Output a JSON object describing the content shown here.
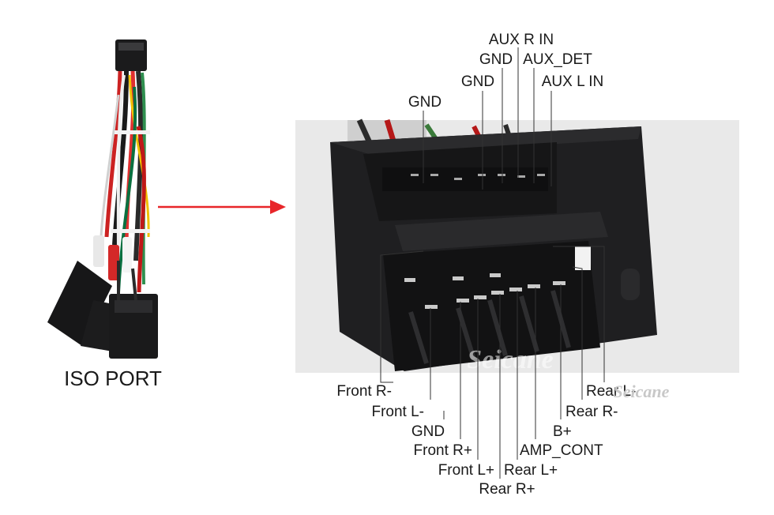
{
  "harness": {
    "caption": "ISO PORT"
  },
  "top_labels": {
    "aux_r_in": "AUX R IN",
    "gnd_3": "GND",
    "aux_det": "AUX_DET",
    "gnd_2": "GND",
    "aux_l_in": "AUX L IN",
    "gnd_1": "GND"
  },
  "bottom_labels": {
    "front_r_minus": "Front R-",
    "front_l_minus": "Front L-",
    "gnd": "GND",
    "front_r_plus": "Front R+",
    "front_l_plus": "Front L+",
    "rear_r_plus": "Rear R+",
    "rear_l_plus": "Rear L+",
    "amp_cont": "AMP_CONT",
    "b_plus": "B+",
    "rear_r_minus": "Rear R-",
    "rear_l_minus": "Rear L-"
  },
  "watermarks": {
    "photo": "Seicane",
    "corner": "Seicane"
  },
  "colors": {
    "arrow": "#e8262a",
    "connector": "#1f1f21",
    "photo_bg": "#e9e9e9"
  }
}
